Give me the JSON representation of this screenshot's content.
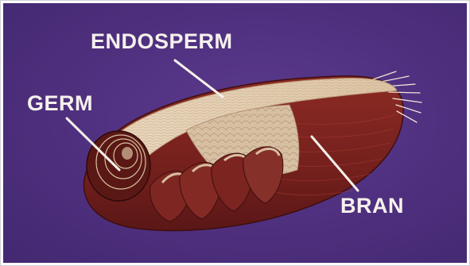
{
  "labels": {
    "endosperm": "ENDOSPERM",
    "germ": "GERM",
    "bran": "BRAN"
  },
  "colors": {
    "background": "#4e2f7e",
    "label_text": "#f6f1ec",
    "bran": "#7a1e1c",
    "endosperm": "#e6d2b8",
    "germ": "#5a1814"
  }
}
